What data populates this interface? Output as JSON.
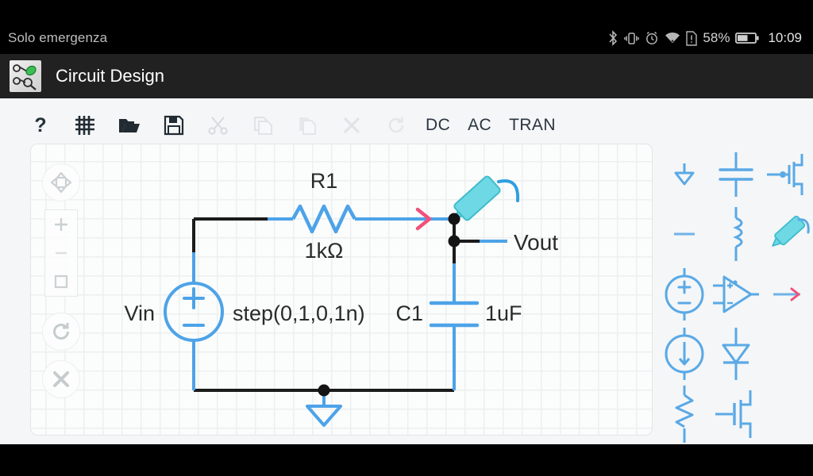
{
  "statusbar": {
    "carrier": "Solo emergenza",
    "battery_percent": "58%",
    "clock": "10:09",
    "icons": [
      "bluetooth-icon",
      "vibrate-icon",
      "alarm-icon",
      "wifi-icon",
      "sim-warning-icon",
      "battery-icon"
    ]
  },
  "appbar": {
    "title": "Circuit Design",
    "icon": "circuit-design-app-icon"
  },
  "toolbar": {
    "items": [
      {
        "name": "help-icon",
        "label": "?",
        "type": "text",
        "enabled": true
      },
      {
        "name": "grid-icon",
        "label": "",
        "type": "icon",
        "enabled": true
      },
      {
        "name": "open-folder-icon",
        "label": "",
        "type": "icon",
        "enabled": true
      },
      {
        "name": "save-icon",
        "label": "",
        "type": "icon",
        "enabled": true
      },
      {
        "name": "cut-icon",
        "label": "",
        "type": "icon",
        "enabled": false
      },
      {
        "name": "copy-icon",
        "label": "",
        "type": "icon",
        "enabled": false
      },
      {
        "name": "paste-icon",
        "label": "",
        "type": "icon",
        "enabled": false
      },
      {
        "name": "delete-icon",
        "label": "",
        "type": "icon",
        "enabled": false
      },
      {
        "name": "redo-icon",
        "label": "",
        "type": "icon",
        "enabled": false
      }
    ],
    "analysis": [
      {
        "name": "dc-analysis-button",
        "label": "DC"
      },
      {
        "name": "ac-analysis-button",
        "label": "AC"
      },
      {
        "name": "tran-analysis-button",
        "label": "TRAN"
      }
    ]
  },
  "canvas_controls": [
    {
      "name": "pan-control",
      "icon": "pan-arrows-icon"
    },
    {
      "name": "zoom-in-button",
      "icon": "plus-icon"
    },
    {
      "name": "zoom-out-button",
      "icon": "minus-icon"
    },
    {
      "name": "zoom-fit-button",
      "icon": "square-icon"
    },
    {
      "name": "rotate-button",
      "icon": "rotate-icon"
    },
    {
      "name": "delete-button",
      "icon": "close-x-icon"
    }
  ],
  "schematic": {
    "components": [
      {
        "name": "resistor-r1",
        "ref": "R1",
        "value": "1kΩ"
      },
      {
        "name": "voltage-source-vin",
        "ref": "Vin",
        "value": "step(0,1,0,1n)"
      },
      {
        "name": "capacitor-c1",
        "ref": "C1",
        "value": "1uF"
      },
      {
        "name": "net-label-vout",
        "ref": "Vout",
        "value": ""
      }
    ],
    "labels": {
      "r1": "R1",
      "r1_value": "1kΩ",
      "vin": "Vin",
      "vin_value": "step(0,1,0,1n)",
      "c1": "C1",
      "c1_value": "1uF",
      "vout": "Vout"
    },
    "markers": [
      {
        "name": "current-probe-marker",
        "color": "#f0507a"
      },
      {
        "name": "voltage-probe-marker",
        "color": "#5ed4e0"
      }
    ],
    "ground": {
      "name": "ground-symbol"
    }
  },
  "palette": {
    "items": [
      {
        "name": "palette-ground",
        "icon": "ground-icon"
      },
      {
        "name": "palette-capacitor",
        "icon": "capacitor-icon"
      },
      {
        "name": "palette-nmos",
        "icon": "nmos-transistor-icon"
      },
      {
        "name": "palette-wire",
        "icon": "wire-icon"
      },
      {
        "name": "palette-inductor",
        "icon": "inductor-icon"
      },
      {
        "name": "palette-voltage-probe",
        "icon": "probe-icon"
      },
      {
        "name": "palette-voltage-source",
        "icon": "voltage-source-icon"
      },
      {
        "name": "palette-opamp",
        "icon": "opamp-icon"
      },
      {
        "name": "palette-current-probe",
        "icon": "current-arrow-icon"
      },
      {
        "name": "palette-current-source",
        "icon": "current-source-icon"
      },
      {
        "name": "palette-diode",
        "icon": "diode-icon"
      },
      {
        "name": "palette-spacer-1",
        "icon": ""
      },
      {
        "name": "palette-resistor",
        "icon": "resistor-icon"
      },
      {
        "name": "palette-mosfet",
        "icon": "mosfet-icon"
      },
      {
        "name": "palette-spacer-2",
        "icon": ""
      }
    ]
  },
  "colors": {
    "component_blue": "#4da3e8",
    "probe_cyan": "#5ed4e0",
    "marker_pink": "#f0507a",
    "wire_black": "#1b1b1b",
    "canvas_bg": "#fbfcfc",
    "toolbar_bg": "#f4f6f7",
    "appbar_bg": "#212121"
  }
}
